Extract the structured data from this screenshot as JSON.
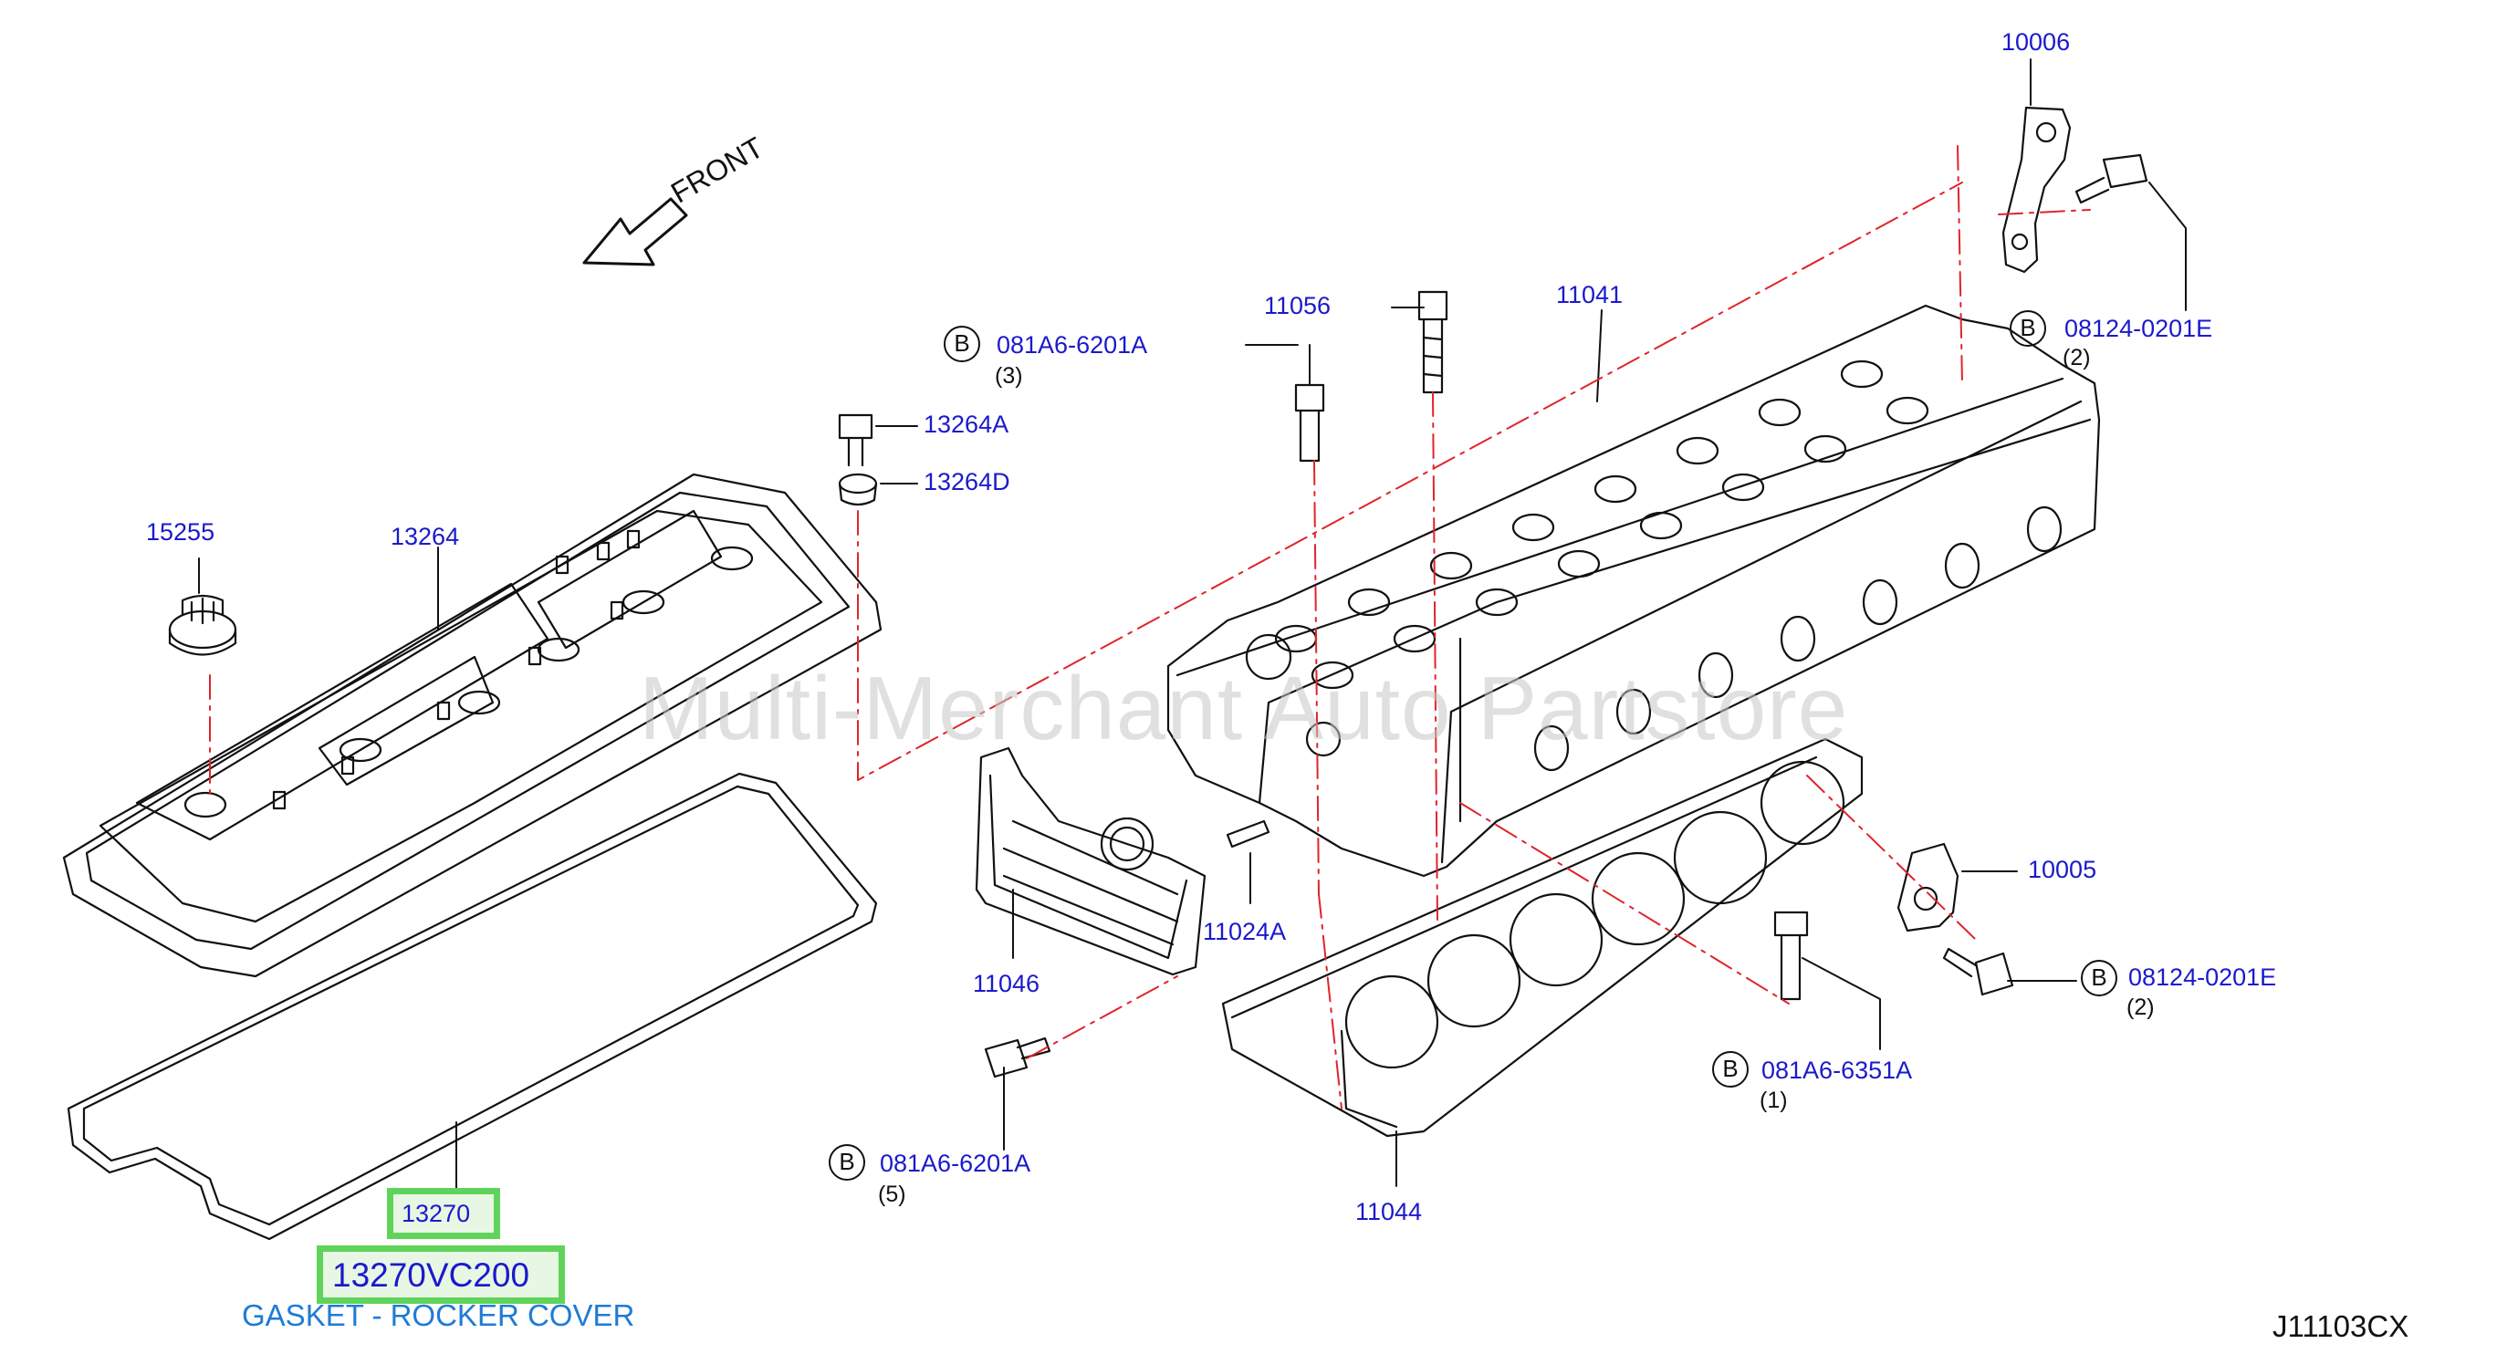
{
  "watermark": "Multi-Merchant Auto Partstore",
  "front_label": "FRONT",
  "diagram_code": "J11103CX",
  "parts": {
    "p10006": "10006",
    "p11041": "11041",
    "p11056": "11056",
    "p13264a": "13264A",
    "p13264d": "13264D",
    "p15255": "15255",
    "p13264": "13264",
    "p10005": "10005",
    "p11024a": "11024A",
    "p11046": "11046",
    "p11044": "11044",
    "p13270": "13270"
  },
  "bolts": {
    "b1": {
      "marker": "B",
      "number": "081A6-6201A",
      "qty": "(3)"
    },
    "b2": {
      "marker": "B",
      "number": "08124-0201E",
      "qty": "(2)"
    },
    "b3": {
      "marker": "B",
      "number": "08124-0201E",
      "qty": "(2)"
    },
    "b4": {
      "marker": "B",
      "number": "081A6-6351A",
      "qty": "(1)"
    },
    "b5": {
      "marker": "B",
      "number": "081A6-6201A",
      "qty": "(5)"
    }
  },
  "highlight": {
    "part_number": "13270VC200",
    "description": "GASKET - ROCKER COVER"
  },
  "colors": {
    "label_blue": "#1a1acc",
    "highlight_green": "#5fd35a",
    "description_blue": "#1e7bd6",
    "leader_red": "#e0242a"
  }
}
